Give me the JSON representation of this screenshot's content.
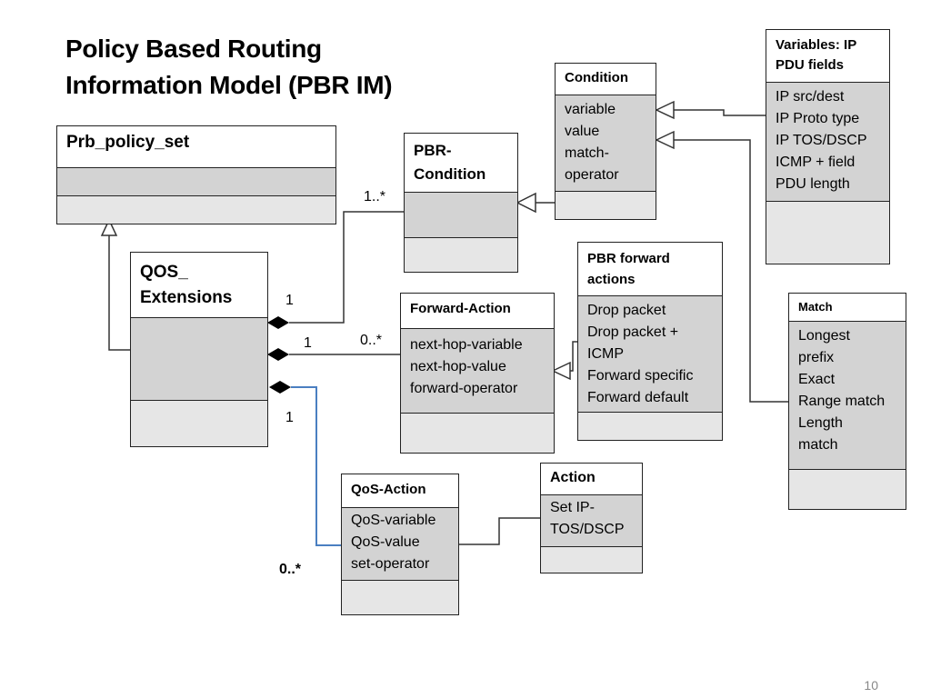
{
  "title_lines": [
    "Policy Based Routing",
    "Information Model (PBR IM)"
  ],
  "classes": {
    "prb_policy_set": {
      "name": "Prb_policy_set",
      "attributes": []
    },
    "qos_extensions": {
      "name_lines": [
        "QOS_",
        "Extensions"
      ],
      "attributes": []
    },
    "pbr_condition": {
      "name_lines": [
        "PBR-",
        "Condition"
      ],
      "attributes": []
    },
    "condition": {
      "name": "Condition",
      "attributes": [
        "variable",
        "value",
        "match-",
        "operator"
      ]
    },
    "variables": {
      "name_lines": [
        "Variables: IP",
        "PDU fields"
      ],
      "attributes": [
        "IP src/dest",
        "IP Proto type",
        "IP TOS/DSCP",
        "ICMP + field",
        "PDU length"
      ]
    },
    "forward_action": {
      "name": "Forward-Action",
      "attributes": [
        "next-hop-variable",
        "next-hop-value",
        "forward-operator"
      ]
    },
    "pbr_forward_actions": {
      "name_lines": [
        "PBR forward",
        "actions"
      ],
      "attributes": [
        "Drop packet",
        "Drop packet +",
        "ICMP",
        "Forward specific",
        "Forward default"
      ]
    },
    "match": {
      "name": "Match",
      "attributes": [
        "Longest",
        "prefix",
        "Exact",
        "Range match",
        "Length",
        "match"
      ]
    },
    "qos_action": {
      "name": "QoS-Action",
      "attributes": [
        "QoS-variable",
        "QoS-value",
        "set-operator"
      ]
    },
    "action": {
      "name": "Action",
      "attributes": [
        "Set IP-",
        "TOS/DSCP"
      ]
    }
  },
  "multiplicities": {
    "cond_near": "1",
    "cond_far": "1..*",
    "fwd_near": "1",
    "fwd_far": "0..*",
    "qos_near": "1",
    "qos_far": "0..*"
  },
  "page_number": "10",
  "colors": {
    "shade": "#d3d3d3",
    "light": "#e6e6e6",
    "qos_link": "#4a7fc1"
  }
}
